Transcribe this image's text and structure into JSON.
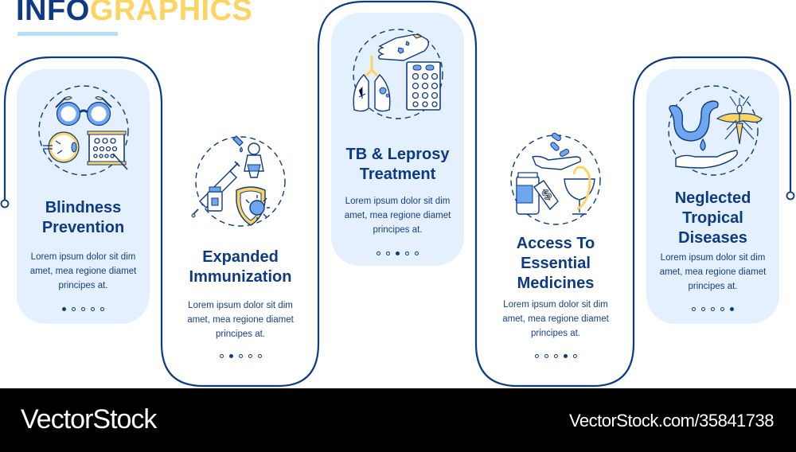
{
  "header": {
    "title_part1": "INFO",
    "title_part2": "GRAPHICS"
  },
  "colors": {
    "navy": "#0d3a86",
    "yellow": "#fdd462",
    "light_blue": "#e4f0fd",
    "mid_blue": "#6ea7f0",
    "underline": "#b9dcf8"
  },
  "steps": [
    {
      "heading_lines": [
        "Blindness",
        "Prevention"
      ],
      "description_lines": [
        "Lorem ipsum dolor sit dim",
        "amet, mea regione diamet",
        "principes at."
      ],
      "icon": "eyeglasses-eye-chart-icon",
      "active_dot": 0
    },
    {
      "heading_lines": [
        "Expanded",
        "Immunization"
      ],
      "description_lines": [
        "Lorem ipsum dolor sit dim",
        "amet, mea regione diamet",
        "principes at."
      ],
      "icon": "syringe-baby-shield-virus-icon",
      "active_dot": 1
    },
    {
      "heading_lines": [
        "TB & Leprosy",
        "Treatment"
      ],
      "description_lines": [
        "Lorem ipsum dolor sit dim",
        "amet, mea regione diamet",
        "principes at."
      ],
      "icon": "lungs-hand-pills-icon",
      "active_dot": 2
    },
    {
      "heading_lines": [
        "Access To",
        "Essential",
        "Medicines"
      ],
      "description_lines": [
        "Lorem ipsum dolor sit dim",
        "amet, mea regione diamet",
        "principes at."
      ],
      "icon": "pills-hand-bottle-price-tag-icon",
      "active_dot": 3
    },
    {
      "heading_lines": [
        "Neglected",
        "Tropical",
        "Diseases"
      ],
      "description_lines": [
        "Lorem ipsum dolor sit dim",
        "amet, mea regione diamet",
        "principes at."
      ],
      "icon": "worm-mosquito-water-hand-icon",
      "active_dot": 4
    }
  ],
  "footer": {
    "brand": "VectorStock",
    "url": "VectorStock.com/35841738"
  }
}
